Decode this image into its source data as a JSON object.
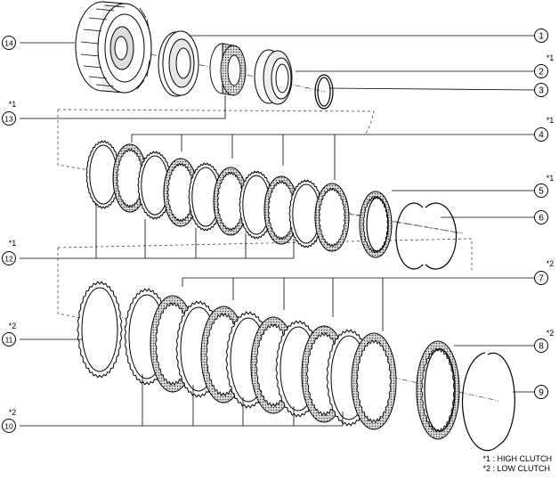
{
  "callouts": [
    {
      "id": "c1",
      "num": "1",
      "mark": ""
    },
    {
      "id": "c2",
      "num": "2",
      "mark": "*1"
    },
    {
      "id": "c3",
      "num": "3",
      "mark": ""
    },
    {
      "id": "c4",
      "num": "4",
      "mark": "*1"
    },
    {
      "id": "c5",
      "num": "5",
      "mark": "*1"
    },
    {
      "id": "c6",
      "num": "6",
      "mark": ""
    },
    {
      "id": "c7",
      "num": "7",
      "mark": "*2"
    },
    {
      "id": "c8",
      "num": "8",
      "mark": "*2"
    },
    {
      "id": "c9",
      "num": "9",
      "mark": ""
    },
    {
      "id": "c10",
      "num": "10",
      "mark": "*2"
    },
    {
      "id": "c11",
      "num": "11",
      "mark": "*2"
    },
    {
      "id": "c12",
      "num": "12",
      "mark": "*1"
    },
    {
      "id": "c13",
      "num": "13",
      "mark": "*1"
    },
    {
      "id": "c14",
      "num": "14",
      "mark": ""
    }
  ],
  "legend": {
    "line1": "*1 : HIGH CLUTCH",
    "line2": "*2 : LOW CLUTCH"
  },
  "colors": {
    "ink": "#000000",
    "paper": "#ffffff",
    "friction": "#bdbdbd"
  }
}
